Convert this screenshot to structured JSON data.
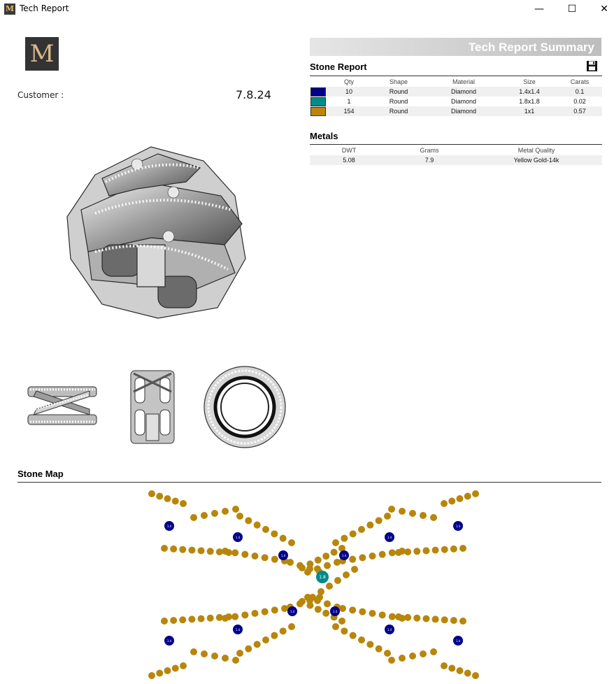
{
  "window": {
    "title": "Tech Report",
    "app_icon_letter": "M",
    "minimize_glyph": "—",
    "maximize_glyph": "☐",
    "close_glyph": "✕"
  },
  "logo": {
    "letter": "M"
  },
  "customer": {
    "label": "Customer :",
    "value": "7.8.24"
  },
  "summary": {
    "title": "Tech Report Summary"
  },
  "stone_report": {
    "title": "Stone Report",
    "headers": [
      "Qty",
      "Shape",
      "Material",
      "Size",
      "Carats"
    ],
    "rows": [
      {
        "color": "#00008b",
        "qty": "10",
        "shape": "Round",
        "material": "Diamond",
        "size": "1.4x1.4",
        "carats": "0.1"
      },
      {
        "color": "#008b8b",
        "qty": "1",
        "shape": "Round",
        "material": "Diamond",
        "size": "1.8x1.8",
        "carats": "0.02"
      },
      {
        "color": "#b8860b",
        "qty": "154",
        "shape": "Round",
        "material": "Diamond",
        "size": "1x1",
        "carats": "0.57"
      }
    ]
  },
  "metals": {
    "title": "Metals",
    "headers": [
      "DWT",
      "Grams",
      "Metal Quality"
    ],
    "rows": [
      {
        "dwt": "5.08",
        "grams": "7.9",
        "quality": "Yellow Gold-14k"
      }
    ]
  },
  "stone_map": {
    "title": "Stone Map",
    "blue_label": "1.4",
    "teal_label": "1.8"
  }
}
